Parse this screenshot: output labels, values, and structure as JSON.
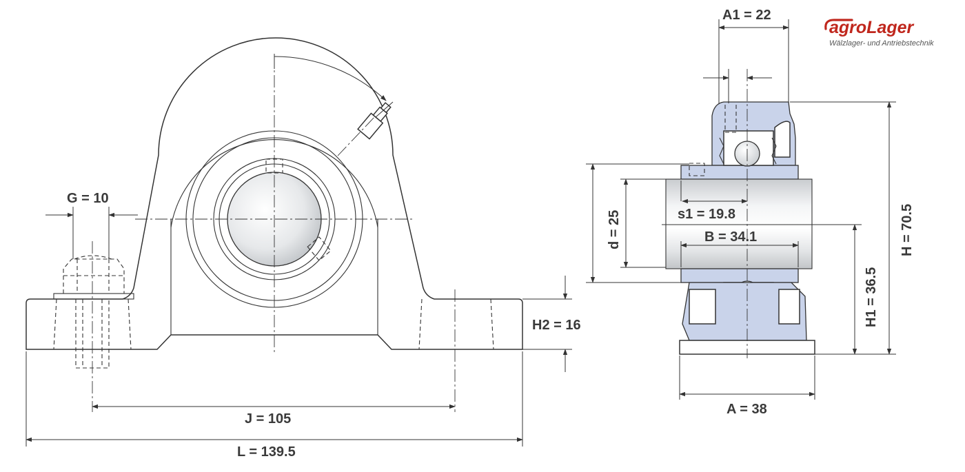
{
  "logo": {
    "brand": "agroLager",
    "tagline": "Wälzlager- und Antriebstechnik",
    "brand_color": "#c0271d"
  },
  "colors": {
    "line": "#333333",
    "housing_fill": "#c9d3ea",
    "label": "#3a3a3a"
  },
  "dimensions": {
    "A1": "A1 = 22",
    "G": "G = 10",
    "H2": "H2 = 16",
    "J": "J = 105",
    "L": "L = 139.5",
    "d": "d = 25",
    "s1": "s1 = 19.8",
    "B": "B = 34.1",
    "A": "A = 38",
    "H1": "H1 = 36.5",
    "H": "H = 70.5"
  }
}
